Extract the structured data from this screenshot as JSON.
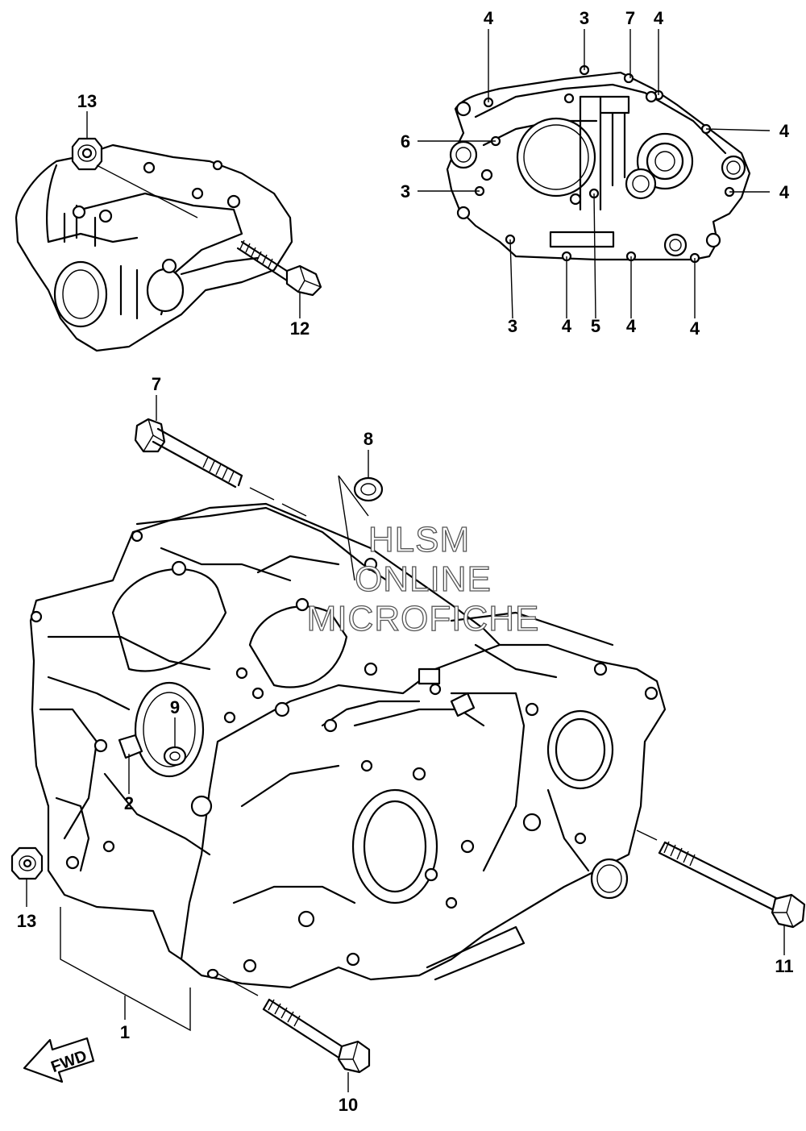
{
  "watermark": {
    "line1": "HLSM",
    "line2": "ONLINE",
    "line3": "MICROFICHE"
  },
  "direction_arrow": {
    "label": "FWD"
  },
  "callouts": {
    "c_1": "1",
    "c_2": "2",
    "c_3a": "3",
    "c_3b": "3",
    "c_3c": "3",
    "c_4a": "4",
    "c_4b": "4",
    "c_4c": "4",
    "c_4d": "4",
    "c_4e": "4",
    "c_4f": "4",
    "c_4g": "4",
    "c_5": "5",
    "c_6": "6",
    "c_7a": "7",
    "c_7b": "7",
    "c_8": "8",
    "c_9": "9",
    "c_10": "10",
    "c_11": "11",
    "c_12": "12",
    "c_13a": "13",
    "c_13b": "13"
  }
}
